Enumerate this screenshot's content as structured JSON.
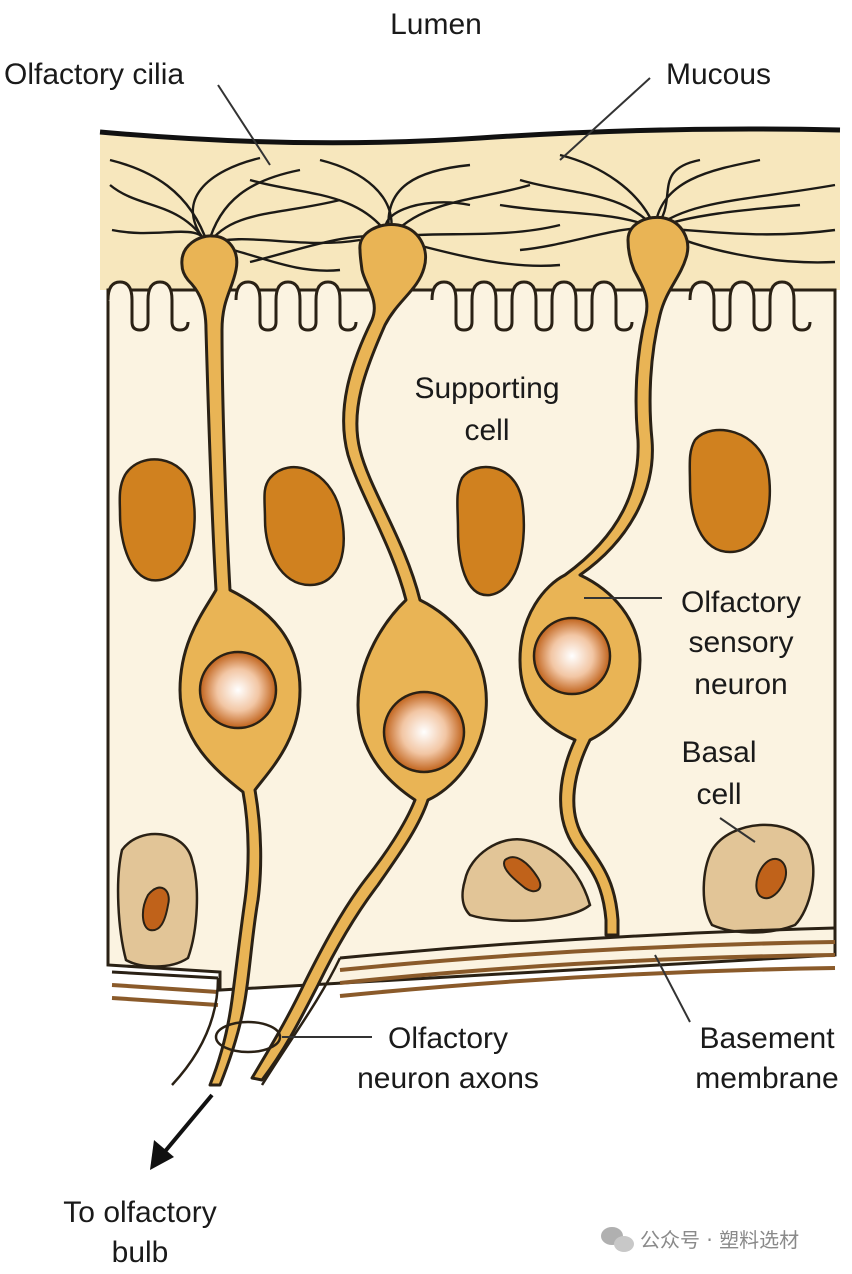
{
  "labels": {
    "lumen": "Lumen",
    "olfactory_cilia": "Olfactory cilia",
    "mucous": "Mucous",
    "supporting_cell_1": "Supporting",
    "supporting_cell_2": "cell",
    "osn_1": "Olfactory",
    "osn_2": "sensory",
    "osn_3": "neuron",
    "basal_cell_1": "Basal",
    "basal_cell_2": "cell",
    "axons_1": "Olfactory",
    "axons_2": "neuron axons",
    "basement_1": "Basement",
    "basement_2": "membrane",
    "bulb_1": "To olfactory",
    "bulb_2": "bulb"
  },
  "watermark": "公众号 · 塑料选材",
  "colors": {
    "mucous": "#f7e7bd",
    "cytoplasm": "#fbf3e1",
    "neuron": "#e9b455",
    "neuron_outline": "#2a2115",
    "nucleus_dark": "#c0621a",
    "nucleus_light": "#ffffff",
    "supporting_nucleus": "#d0811f",
    "basal_cell": "#e2c597",
    "membrane": "#8a5a2a"
  }
}
